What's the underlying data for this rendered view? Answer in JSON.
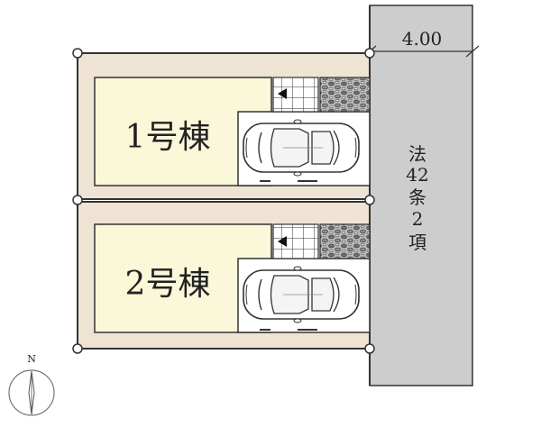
{
  "road": {
    "width_label": "4.00",
    "legal_label": [
      "法",
      "42",
      "条",
      "2",
      "項"
    ]
  },
  "lots": [
    {
      "name": "1号棟"
    },
    {
      "name": "2号棟"
    }
  ],
  "compass": {
    "label": "N"
  },
  "colors": {
    "lot_fill": "#efe3d3",
    "house_fill": "#fbf7d9",
    "road_fill": "#cdcdcd",
    "outline": "#333333",
    "parking_fill": "#ffffff",
    "gravel_fill": "#9a9a9a"
  }
}
